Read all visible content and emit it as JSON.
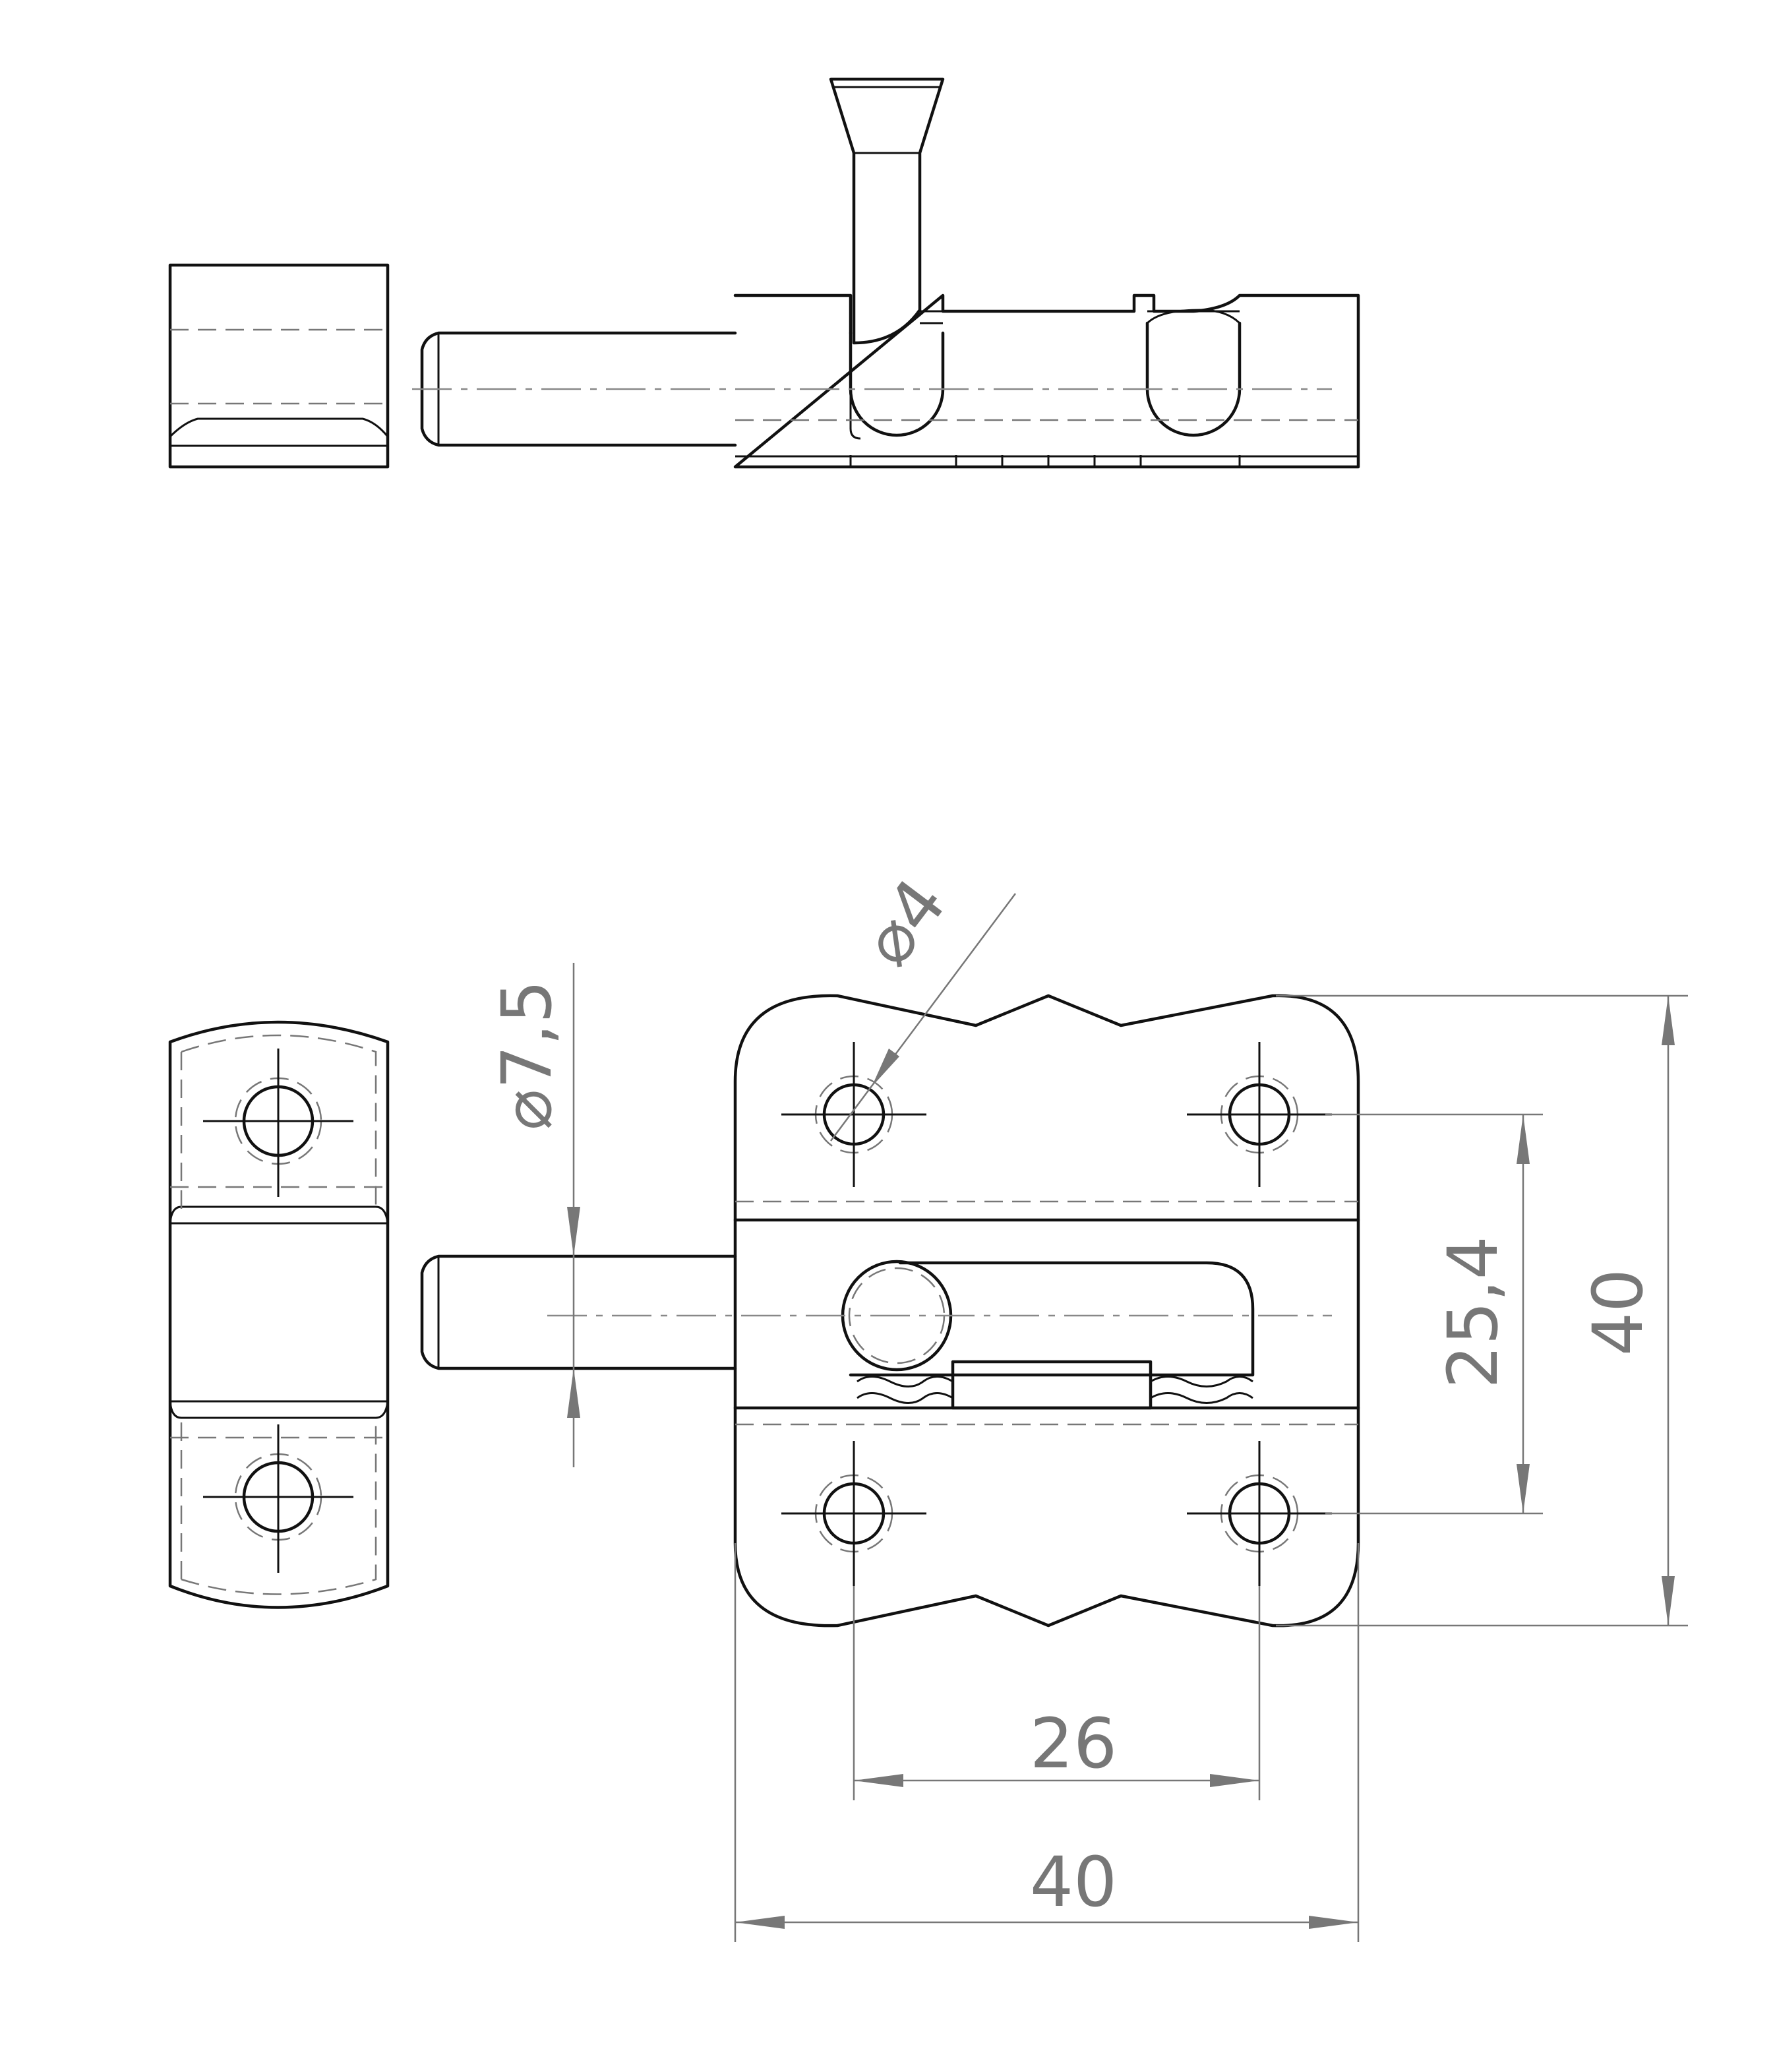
{
  "title": "",
  "dimensions": {
    "hole_diameter": "4",
    "pin_diameter": "7,5",
    "hole_spacing_vertical": "25,4",
    "overall_height": "40",
    "hole_spacing_horizontal": "26",
    "overall_width": "40"
  },
  "colors": {
    "outline": "#111111",
    "dimension": "#777777",
    "background": "#ffffff"
  }
}
